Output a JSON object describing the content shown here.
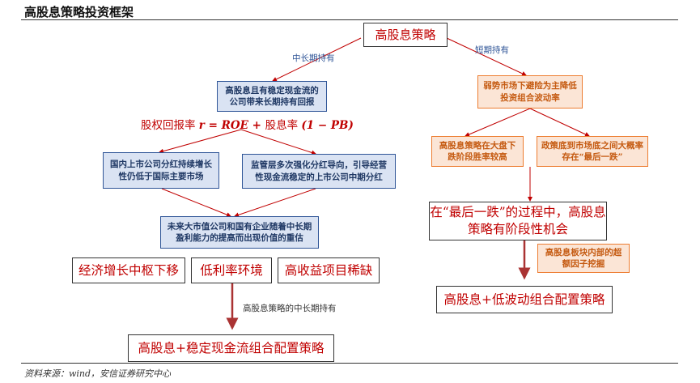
{
  "header": {
    "title": "高股息策略投资框架"
  },
  "footer": {
    "source": "资料来源：wind，安信证券研究中心"
  },
  "diagram": {
    "root": "高股息策略",
    "branch_labels": {
      "mid_long": "中长期持有",
      "short": "短期持有"
    },
    "left": {
      "cashflow_box": "高股息且有稳定现金流的公司带来长期持有回报",
      "formula": {
        "prefix": "股权回报率",
        "math": "r = ROE + ",
        "dividend": "股息率",
        "math2": "(1 − PB)"
      },
      "payout_box": "国内上市公司分红持续增长性仍低于国际主要市场",
      "regulation_box": "监管层多次强化分红导向，引导经营性现金流稳定的上市公司中期分红",
      "revaluation_box": "未来大市值公司和国有企业随着中长期盈利能力的提高而出现价值的重估",
      "macro_boxes": [
        "经济增长中枢下移",
        "低利率环境",
        "高收益项目稀缺"
      ],
      "arrow_label": "高股息策略的中长期持有",
      "final_box": "高股息+稳定现金流组合配置策略"
    },
    "right": {
      "risk_box": "弱势市场下避险为主降低投资组合波动率",
      "decline_box": "高股息策略在大盘下跌阶段胜率较高",
      "policy_box": "政策底到市场底之间大概率存在“最后一跌”",
      "last_drop_box": "在“最后一跌”的过程中，高股息策略有阶段性机会",
      "alpha_box": "高股息板块内部的超额因子挖掘",
      "final_box": "高股息+低波动组合配置策略"
    }
  },
  "colors": {
    "emphasis_red": "#c00000",
    "blue_box_fill": "#dae3f3",
    "blue_box_border": "#2f5597",
    "orange_box_fill": "#fbe5d6",
    "orange_box_border": "#ed7d31"
  }
}
